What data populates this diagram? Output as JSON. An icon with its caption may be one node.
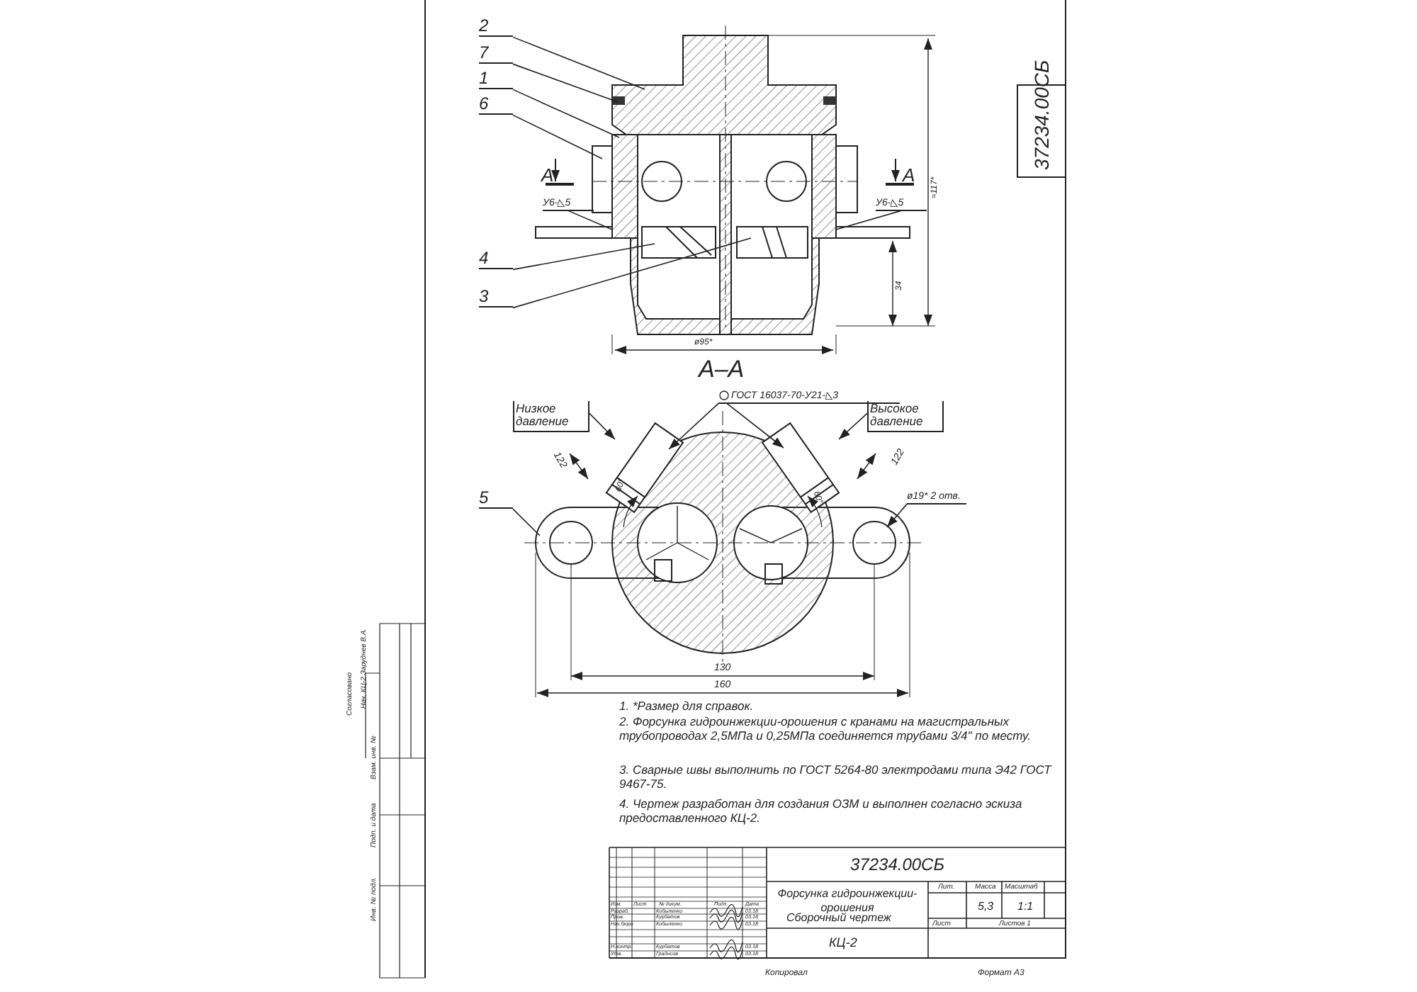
{
  "diagram": {
    "nodes": [
      {
        "text": [
          "2"
        ]
      },
      {
        "text": [
          "7"
        ]
      },
      {
        "text": [
          "1"
        ]
      },
      {
        "text": [
          "6"
        ]
      },
      {
        "text": [
          "4"
        ]
      },
      {
        "text": [
          "3"
        ]
      },
      {
        "text": [
          "5"
        ]
      },
      {
        "text": [
          "Низкое давление"
        ]
      },
      {
        "text": [
          "Высокое давление"
        ]
      },
      {
        "text": [
          "ГОСТ 16037-70-У21-◺3"
        ]
      },
      {
        "text": [
          "У6-◺5"
        ]
      },
      {
        "text": [
          "У6-◺5"
        ]
      },
      {
        "text": [
          "ø19* 2 отв."
        ]
      }
    ],
    "edges": [
      {
        "from": 0,
        "to": null,
        "arrow": "none"
      },
      {
        "from": 1,
        "to": null,
        "arrow": "none"
      },
      {
        "from": 2,
        "to": null,
        "arrow": "none"
      },
      {
        "from": 3,
        "to": null,
        "arrow": "none"
      },
      {
        "from": 4,
        "to": null,
        "arrow": "none"
      },
      {
        "from": 5,
        "to": null,
        "arrow": "none"
      },
      {
        "from": 6,
        "to": null,
        "arrow": "none"
      },
      {
        "from": 7,
        "to": null,
        "arrow": "to"
      },
      {
        "from": 8,
        "to": null,
        "arrow": "to"
      },
      {
        "from": 9,
        "to": null,
        "arrow": "to"
      },
      {
        "from": 9,
        "to": null,
        "arrow": "to"
      },
      {
        "from": 10,
        "to": null,
        "arrow": "none"
      },
      {
        "from": 11,
        "to": null,
        "arrow": "none"
      },
      {
        "from": 12,
        "to": null,
        "arrow": "to"
      }
    ],
    "labels": [
      "37234.00СБ",
      "А",
      "А",
      "≈117*",
      "34",
      "ø95*",
      "А–А",
      "122",
      "122",
      "60°",
      "60°",
      "130",
      "160",
      "1. *Размер для справок.",
      "2. Форсунка гидроинжекции-орошения с кранами на магистральных трубопроводах 2,5МПа и 0,25МПа соединяется трубами 3/4\" по месту.",
      "3. Сварные швы выполнить по ГОСТ 5264-80 электродами типа Э42 ГОСТ 9467-75.",
      "4. Чертеж разработан для создания ОЗМ и выполнен согласно эскиза предоставленного КЦ-2.",
      "Согласовано",
      "Нач. КЦ-2 Заруднев В.А.",
      "Взам. инв. №",
      "Подп. и дата",
      "Инв. № подл.",
      "37234.00СБ",
      "Изм.",
      "Лист",
      "№ докум.",
      "Подп.",
      "Дата",
      "Разраб.",
      "Кобыленко",
      "03.18",
      "Пров.",
      "Курбатов",
      "03.18",
      "Нач.бюро",
      "Кобыленко",
      "03.18",
      "Н.контр.",
      "Курбатов",
      "03.18",
      "Утв.",
      "Градисов",
      "03.18",
      "Форсунка гидроинжекции-орошения",
      "Сборочный чертеж",
      "Лит.",
      "Масса",
      "Масштаб",
      "5,3",
      "1:1",
      "Лист",
      "Листов 1",
      "КЦ-2",
      "Копировал",
      "Формат А3"
    ]
  }
}
